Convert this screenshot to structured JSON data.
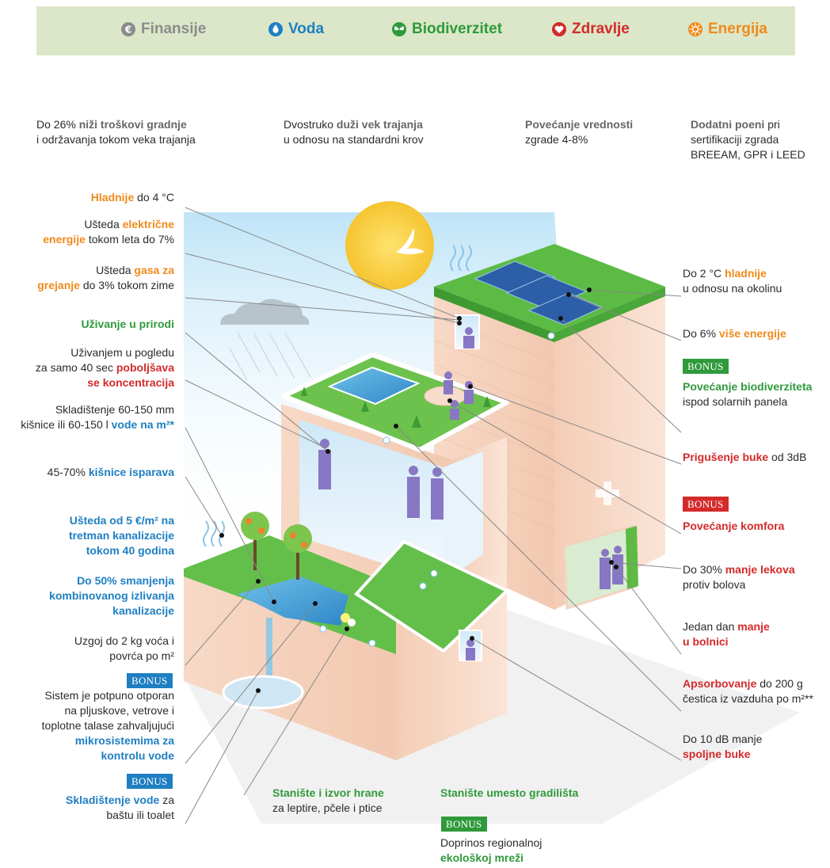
{
  "legend": {
    "finansije": {
      "label": "Finansije",
      "color": "#8c8c8c",
      "icon": "euro-coin-icon"
    },
    "voda": {
      "label": "Voda",
      "color": "#1e7fc2",
      "icon": "water-drop-icon"
    },
    "biodiverzitet": {
      "label": "Biodiverzitet",
      "color": "#2f9a3b",
      "icon": "butterfly-icon"
    },
    "zdravlje": {
      "label": "Zdravlje",
      "color": "#d42a2a",
      "icon": "heart-icon"
    },
    "energija": {
      "label": "Energija",
      "color": "#f08a1c",
      "icon": "sun-icon"
    }
  },
  "top": {
    "t1": {
      "a": "Do 26% ",
      "b": "niži troškovi gradnje",
      "c": "i održavanja tokom veka trajanja"
    },
    "t2": {
      "a": "Dvostruko ",
      "b": "duži vek trajanja",
      "c": "u odnosu na standardni krov"
    },
    "t3": {
      "a": "Povećanje vrednosti",
      "c": "zgrade 4-8%"
    },
    "t4": {
      "a": "Dodatni poeni",
      "b": " pri",
      "c": "sertifikaciji zgrada",
      "d": "BREEAM, GPR i LEED"
    }
  },
  "left": {
    "l1": {
      "a": "Hladnije",
      "b": " do 4 °C"
    },
    "l2": {
      "a": "Ušteda ",
      "b": "električne",
      "c": "energije",
      "d": " tokom leta do 7%"
    },
    "l3": {
      "a": "Ušteda ",
      "b": "gasa za",
      "c": "grejanje",
      "d": " do 3% tokom zime"
    },
    "l4": {
      "a": "Uživanje u prirodi"
    },
    "l5": {
      "a": "Uživanjem u pogledu",
      "b": "za samo 40 sec ",
      "c": "poboljšava",
      "d": "se koncentracija"
    },
    "l6": {
      "a": "Skladištenje 60-150 mm",
      "b": "kišnice ili 60-150 l ",
      "c": "vode na m²*"
    },
    "l7": {
      "a": "45-70% ",
      "b": "kišnice isparava"
    },
    "l8": {
      "a": "Ušteda od 5 €/m² na",
      "b": "tretman kanalizacije",
      "c": "tokom 40 godina"
    },
    "l9": {
      "a": "Do 50% smanjenja",
      "b": "kombinovanog izlivanja",
      "c": "kanalizacije"
    },
    "l10": {
      "a": "Uzgoj do 2 kg voća i",
      "b": "povrća po m²"
    },
    "l11": {
      "bonus": "BONUS",
      "a": "Sistem je potpuno otporan",
      "b": "na pljuskove, vetrove i",
      "c": "toplotne talase zahvaljujući",
      "d": "mikrosistemima za",
      "e": "kontrolu vode"
    },
    "l12": {
      "bonus": "BONUS",
      "a": "Skladištenje vode",
      "b": " za",
      "c": "baštu ili toalet"
    }
  },
  "bottom": {
    "b1": {
      "a": "Stanište i izvor hrane",
      "b": "za leptire, pčele i ptice"
    },
    "b2": {
      "a": "Stanište umesto gradilišta"
    },
    "b3": {
      "bonus": "BONUS",
      "a": "Doprinos regionalnoj",
      "b": "ekološkoj mreži"
    }
  },
  "right": {
    "r1": {
      "a": "Do 2 °C ",
      "b": "hladnije",
      "c": "u odnosu na okolinu"
    },
    "r2": {
      "a": "Do 6% ",
      "b": "više energije"
    },
    "r3": {
      "bonus": "BONUS",
      "a": "Povećanje biodiverziteta",
      "b": "ispod solarnih panela"
    },
    "r4": {
      "a": "Prigušenje buke",
      "b": " od 3dB"
    },
    "r5": {
      "bonus": "BONUS",
      "a": "Povećanje komfora"
    },
    "r6": {
      "a": "Do 30% ",
      "b": "manje lekova",
      "c": "protiv bolova"
    },
    "r7": {
      "a": "Jedan dan ",
      "b": "manje",
      "c": "u bolnici"
    },
    "r8": {
      "a": "Apsorbovanje",
      "b": " do 200 g",
      "c": "čestica iz vazduha po m²**"
    },
    "r9": {
      "a": "Do 10 dB manje",
      "b": "spoljne buke"
    }
  }
}
